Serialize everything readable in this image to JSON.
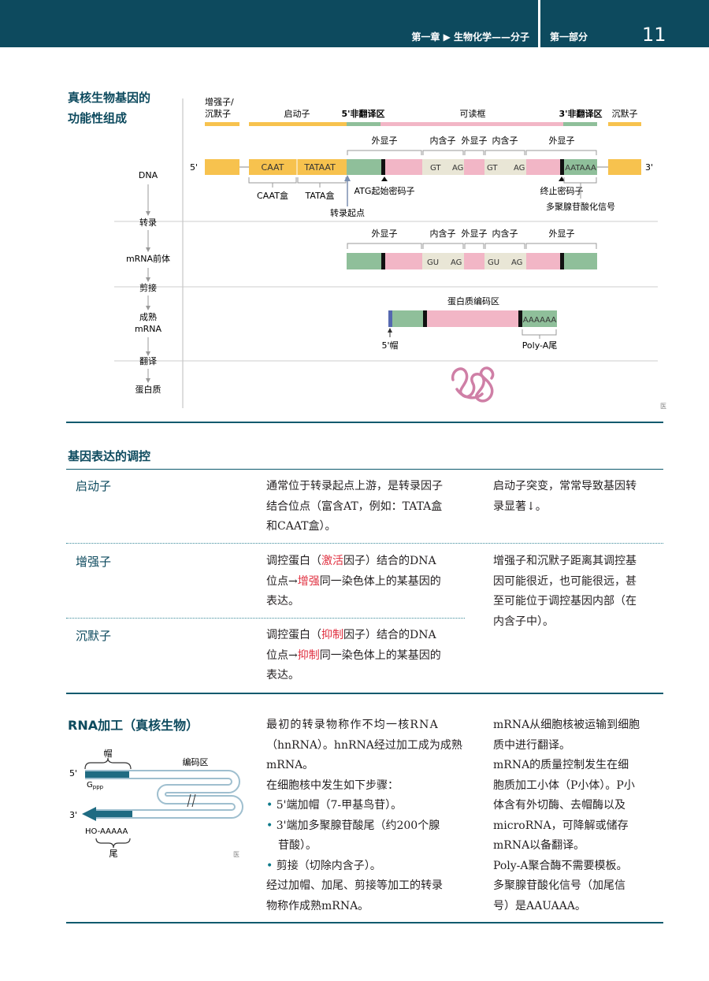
{
  "header": {
    "chapter": "第一章 ▶ 生物化学——分子",
    "part": "第一部分",
    "page_number": "11"
  },
  "gene_section": {
    "title_lines": [
      "真核生物基因的",
      "功能性组成"
    ],
    "top_labels": {
      "enhancer": [
        "增强子/",
        "沉默子"
      ],
      "promoter": "启动子",
      "utr5": "5'非翻译区",
      "orf": "可读框",
      "utr3": "3'非翻译区",
      "silencer": "沉默子"
    },
    "dna_row": {
      "label": "DNA",
      "five_prime": "5'",
      "three_prime": "3'",
      "caat": "CAAT",
      "tataat": "TATAAT",
      "gt1": "GT",
      "ag1": "AG",
      "gt2": "GT",
      "ag2": "AG",
      "aataaa": "AATAAA",
      "exon": "外显子",
      "intron": "内含子",
      "caat_box": "CAAT盒",
      "tata_box": "TATA盒",
      "start_codon": "ATG起始密码子",
      "tss": "转录起点",
      "stop_codon": "终止密码子",
      "polya_signal": "多聚腺苷酸化信号"
    },
    "steps": {
      "transcription": "转录",
      "pre_mrna": "mRNA前体",
      "splicing": "剪接",
      "mature_mrna": [
        "成熟",
        "mRNA"
      ],
      "translation": "翻译",
      "protein": "蛋白质"
    },
    "pre_mrna_row": {
      "gu1": "GU",
      "ag1": "AG",
      "gu2": "GU",
      "ag2": "AG",
      "exon": "外显子",
      "intron": "内含子"
    },
    "mature_row": {
      "coding_region": "蛋白质编码区",
      "aaaaaa": "AAAAAA",
      "cap": "5'帽",
      "polya_tail": "Poly-A尾"
    },
    "corner_mark": "医"
  },
  "regulation": {
    "title": "基因表达的调控",
    "rows": [
      {
        "term": "启动子",
        "desc": [
          [
            "通常位于转录起点上游，是转录因子"
          ],
          [
            "结合位点（富含AT，例如：TATA盒"
          ],
          [
            "和CAAT盒）。"
          ]
        ],
        "note": [
          "启动子突变，常常导致基因转",
          "录显著↓。"
        ]
      },
      {
        "term": "增强子",
        "desc_parts": [
          "调控蛋白（",
          "激活",
          "因子）结合的DNA",
          "位点→",
          "增强",
          "同一染色体上的某基因的",
          "表达。"
        ],
        "note": [
          "增强子和沉默子距离其调控基",
          "因可能很近，也可能很远，甚",
          "至可能位于调控基因内部（在",
          "内含子中）。"
        ]
      },
      {
        "term": "沉默子",
        "desc_parts": [
          "调控蛋白（",
          "抑制",
          "因子）结合的DNA",
          "位点→",
          "抑制",
          "同一染色体上的某基因的",
          "表达。"
        ]
      }
    ]
  },
  "rna_processing": {
    "title": "RNA加工（真核生物）",
    "diagram": {
      "cap_label": "帽",
      "coding_label": "编码区",
      "five_prime": "5'",
      "gppp": "G",
      "ppp": "ppp",
      "three_prime": "3'",
      "tail_seq": "HO-AAAAA",
      "tail_label": "尾",
      "corner_mark": "医"
    },
    "col1": {
      "lines": [
        "最初的转录物称作不均一核RNA",
        "（hnRNA）。hnRNA经过加工成为成熟",
        "mRNA。",
        "在细胞核中发生如下步骤："
      ],
      "bullets": [
        [
          "5'端加帽（7-甲基鸟苷）。"
        ],
        [
          "3'端加多聚腺苷酸尾（约200个腺",
          "苷酸）。"
        ],
        [
          "剪接（切除内含子）。"
        ]
      ],
      "after": [
        "经过加帽、加尾、剪接等加工的转录",
        "物称作成熟mRNA。"
      ]
    },
    "col2": {
      "lines": [
        "mRNA从细胞核被运输到细胞",
        "质中进行翻译。",
        "mRNA的质量控制发生在细",
        "胞质加工小体（P小体）。P小",
        "体含有外切酶、去帽酶以及",
        "microRNA，可降解或储存",
        "mRNA以备翻译。",
        "Poly-A聚合酶不需要模板。",
        "多聚腺苷酸化信号（加尾信",
        "号）是AAUAAA。"
      ]
    }
  },
  "colors": {
    "header_bg": "#0d4a5e",
    "title_teal": "#0d4a5e",
    "yellow": "#f7c24e",
    "green": "#8fbf9a",
    "pink": "#f2b6c6",
    "intron_beige": "#e9e6d6",
    "red_term": "#e03040",
    "cap_blue": "#5568b0"
  }
}
